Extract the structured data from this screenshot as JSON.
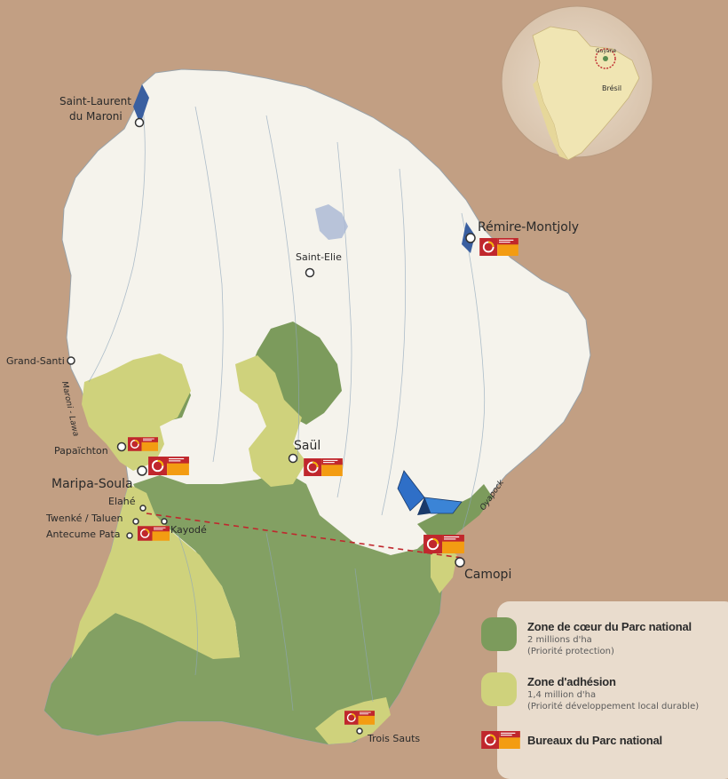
{
  "map": {
    "towns": [
      {
        "id": "saint-laurent",
        "line1": "Saint-Laurent",
        "line2": "du Maroni"
      },
      {
        "id": "remire",
        "line1": "Rémire-Montjoly"
      },
      {
        "id": "saint-elie",
        "line1": "Saint-Elie"
      },
      {
        "id": "grand-santi",
        "line1": "Grand-Santi"
      },
      {
        "id": "papaichton",
        "line1": "Papaïchton"
      },
      {
        "id": "maripa",
        "line1": "Maripa-Soula"
      },
      {
        "id": "saul",
        "line1": "Saül"
      },
      {
        "id": "elahe",
        "line1": "Elahé"
      },
      {
        "id": "twenke",
        "line1": "Twenké / Taluen"
      },
      {
        "id": "antecume",
        "line1": "Antecume Pata"
      },
      {
        "id": "kayode",
        "line1": "Kayodé"
      },
      {
        "id": "camopi",
        "line1": "Camopi"
      },
      {
        "id": "trois-sauts",
        "line1": "Trois Sauts"
      }
    ],
    "rivers": {
      "maroni": "Maroni - Lawa",
      "oyapock": "Oyapock"
    },
    "inset": {
      "guyane": "Guyane",
      "bresil": "Brésil"
    }
  },
  "legend": {
    "coeur": {
      "title": "Zone de cœur du Parc national",
      "line1": "2 millions d'ha",
      "line2": "(Priorité protection)",
      "color": "#7c9b5c"
    },
    "adhesion": {
      "title": "Zone d'adhésion",
      "line1": "1,4 million d'ha",
      "line2": "(Priorité développement local durable)",
      "color": "#cfd27c"
    },
    "bureaux": {
      "title": "Bureaux du Parc national"
    }
  }
}
